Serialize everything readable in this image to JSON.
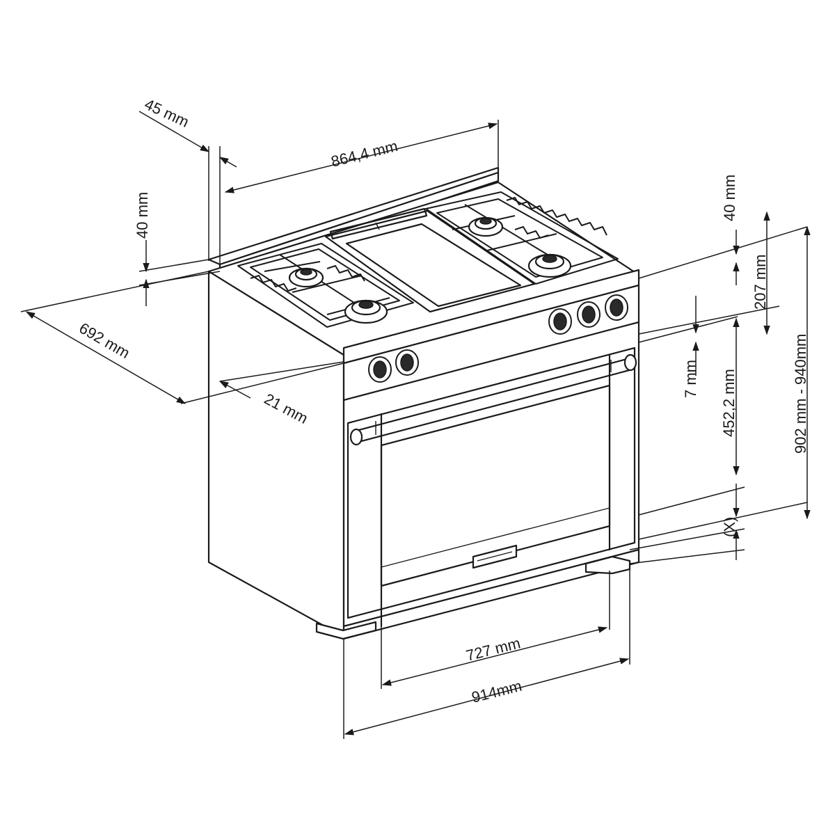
{
  "dimensions": {
    "backsplash_depth": "45 mm",
    "backsplash_width": "864,4 mm",
    "backsplash_height_left": "40 mm",
    "backsplash_height_right": "40 mm",
    "cooktop_height": "207 mm",
    "total_depth": "692 mm",
    "door_offset": "21 mm",
    "door_gap": "7 mm",
    "oven_height": "452,2 mm",
    "total_height": "902 mm - 940mm",
    "adjustable_feet": "(X)",
    "oven_width": "727 mm",
    "total_width": "914mm"
  },
  "colors": {
    "line": "#1a1a1a",
    "background": "#ffffff"
  }
}
